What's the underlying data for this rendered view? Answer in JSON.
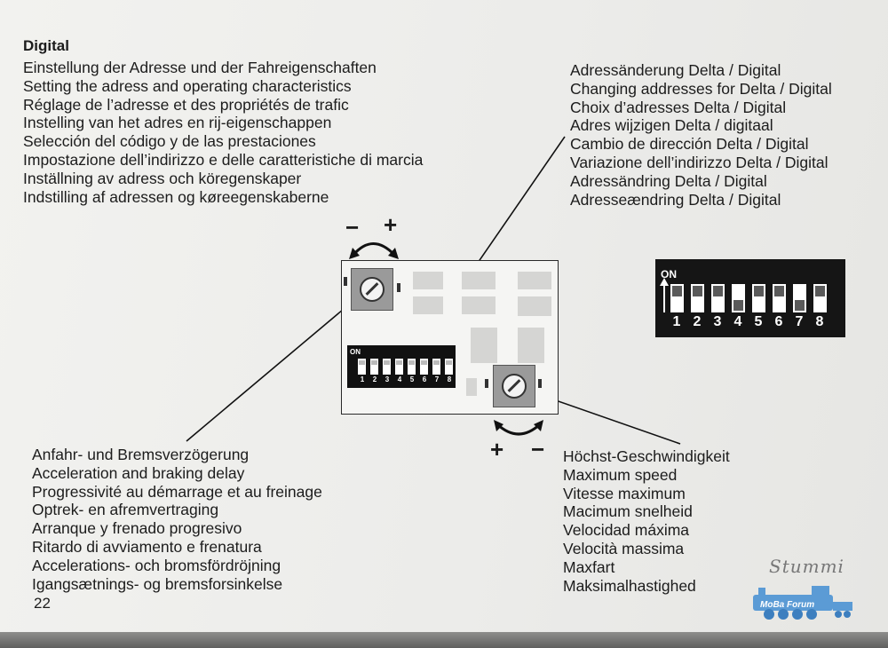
{
  "title": "Digital",
  "top_left_lines": [
    "Einstellung der Adresse und der Fahreigenschaften",
    "Setting the adress and operating characteristics",
    "Réglage de l’adresse et des propriétés de trafic",
    "Instelling van het adres en rij-eigenschappen",
    "Selección del código y de las prestaciones",
    "Impostazione dell’indirizzo e delle caratteristiche di marcia",
    "Inställning av adress och köregenskaper",
    "Indstilling af adressen og køreegenskaberne"
  ],
  "top_right_lines": [
    "Adressänderung Delta / Digital",
    "Changing addresses for Delta / Digital",
    "Choix d’adresses Delta / Digital",
    "Adres wijzigen Delta / digitaal",
    "Cambio de dirección Delta / Digital",
    "Variazione dell’indirizzo Delta / Digital",
    "Adressändring Delta / Digital",
    "Adresseændring Delta / Digital"
  ],
  "bottom_left_lines": [
    "Anfahr- und Bremsverzögerung",
    "Acceleration and braking delay",
    "Progressivité au démarrage et au freinage",
    "Optrek- en afremvertraging",
    "Arranque y frenado progresivo",
    "Ritardo di avviamento e frenatura",
    "Accelerations- och bromsfördröjning",
    "Igangsætnings- og bremsforsinkelse"
  ],
  "bottom_right_lines": [
    "Höchst-Geschwindigkeit",
    "Maximum speed",
    "Vitesse maximum",
    "Macimum snelheid",
    "Velocidad máxima",
    "Velocità massima",
    "Maxfart",
    "Maksimalhastighed"
  ],
  "page_number": "22",
  "diagram": {
    "pot_top_signs": {
      "minus": "−",
      "plus": "+"
    },
    "pot_bottom_signs": {
      "plus": "+",
      "minus": "−"
    },
    "dip_label": "ON",
    "dip_numbers": [
      "1",
      "2",
      "3",
      "4",
      "5",
      "6",
      "7",
      "8"
    ],
    "dip_positions_big": [
      "up",
      "up",
      "up",
      "down",
      "up",
      "up",
      "down",
      "up"
    ]
  },
  "watermark": {
    "script": "Stummi",
    "forum": "MoBa Forum"
  },
  "colors": {
    "paper": "#efefec",
    "ink": "#1c1c1c",
    "dip_body": "#151515",
    "pot": "#9a9a9a",
    "logo_blue": "#5b9bd5"
  }
}
